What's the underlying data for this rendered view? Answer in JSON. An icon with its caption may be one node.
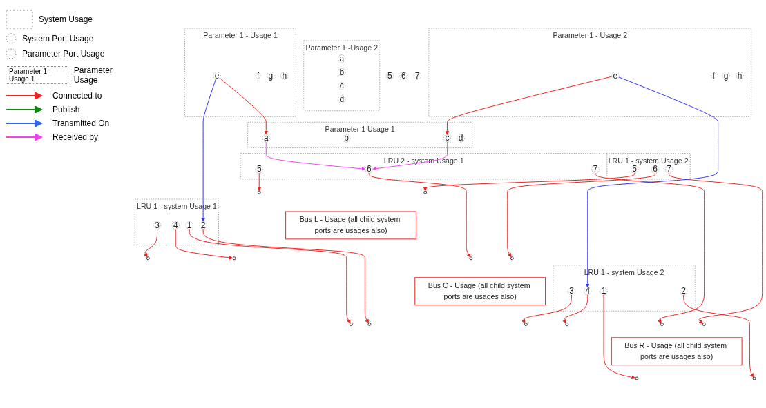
{
  "diagram": {
    "nodes": [
      {
        "text": [
          "LRU 2 - system Usage 1"
        ]
      },
      {
        "text": [
          "5"
        ],
        "in": 0
      },
      {
        "text": [
          "6"
        ],
        "in": 0
      },
      {
        "text": [
          "7"
        ],
        "in": 0
      },
      {
        "text": [
          "Parameter 1 Usage 1"
        ]
      },
      {
        "text": [
          "a"
        ],
        "in": 4
      },
      {
        "text": [
          "b"
        ],
        "in": 4
      },
      {
        "text": [
          "c"
        ],
        "in": 4
      },
      {
        "text": [
          "d"
        ],
        "in": 4
      },
      {
        "text": [
          "5"
        ]
      },
      {
        "text": [
          "6"
        ]
      },
      {
        "text": [
          "7"
        ]
      },
      {
        "text": [
          "LRU 1 - system Usage 2"
        ]
      },
      {
        "text": [
          "5"
        ],
        "in": 12
      },
      {
        "text": [
          "6"
        ],
        "in": 12
      },
      {
        "text": [
          "7"
        ],
        "in": 12
      },
      {
        "text": [
          "Parameter 1 -Usage 2"
        ]
      },
      {
        "text": [
          "a"
        ],
        "in": 16
      },
      {
        "text": [
          "b"
        ],
        "in": 16
      },
      {
        "text": [
          "c"
        ],
        "in": 16
      },
      {
        "text": [
          "d"
        ],
        "in": 16
      },
      {
        "text": [],
        "shape": "circle"
      },
      {
        "text": [],
        "shape": "circle"
      },
      {
        "text": [
          "Bus L - Usage (all child system ports are usages also)"
        ]
      },
      {
        "text": [],
        "shape": "circle"
      },
      {
        "text": [],
        "shape": "circle"
      },
      {
        "text": [],
        "shape": "circle"
      },
      {
        "text": [],
        "shape": "circle"
      },
      {
        "text": [
          "Bus C - Usage (all child system ports are usages also)"
        ]
      },
      {
        "text": [],
        "shape": "circle"
      },
      {
        "text": [],
        "shape": "circle"
      },
      {
        "text": [],
        "shape": "circle"
      },
      {
        "text": [],
        "shape": "circle"
      },
      {
        "text": [],
        "shape": "circle"
      },
      {
        "text": [],
        "shape": "circle"
      },
      {
        "text": [
          "Bus R - Usage (all child system ports are usages also)"
        ]
      },
      {
        "text": [],
        "shape": "circle"
      },
      {
        "text": [],
        "shape": "circle"
      },
      {
        "text": [
          "LRU 1 - system Usage 1"
        ]
      },
      {
        "text": [
          "1"
        ],
        "in": 38
      },
      {
        "text": [
          "2"
        ],
        "in": 38
      },
      {
        "text": [
          "3"
        ],
        "in": 38
      },
      {
        "text": [
          "4"
        ],
        "in": 38
      },
      {
        "text": [
          "Parameter 1 - Usage 1"
        ]
      },
      {
        "text": [
          "e"
        ],
        "in": 43
      },
      {
        "text": [
          "f"
        ],
        "in": 43
      },
      {
        "text": [
          "g"
        ],
        "in": 43
      },
      {
        "text": [
          "h"
        ],
        "in": 43
      },
      {
        "text": [
          "LRU 1 - system Usage 2"
        ]
      },
      {
        "text": [
          "1"
        ],
        "in": 48
      },
      {
        "text": [
          "2"
        ],
        "in": 48
      },
      {
        "text": [
          "3"
        ],
        "in": 48
      },
      {
        "text": [
          "4"
        ],
        "in": 48
      },
      {
        "text": [
          "Parameter 1 - Usage 2"
        ]
      },
      {
        "text": [
          "e"
        ],
        "in": 53
      },
      {
        "text": [
          "f"
        ],
        "in": 53
      },
      {
        "text": [
          "g"
        ],
        "in": 53
      },
      {
        "text": [
          "h"
        ],
        "in": 53
      }
    ],
    "edges": [
      {
        "from": 1,
        "to": 21,
        "arrow": "to"
      },
      {
        "from": 2,
        "to": 26,
        "arrow": "to"
      },
      {
        "from": 3,
        "to": 33,
        "arrow": "to"
      },
      {
        "from": 13,
        "to": 22,
        "arrow": "to"
      },
      {
        "from": 14,
        "to": 27,
        "arrow": "to"
      },
      {
        "from": 15,
        "to": 34,
        "arrow": "to"
      },
      {
        "from": 39,
        "to": 29,
        "arrow": "to"
      },
      {
        "from": 40,
        "to": 30,
        "arrow": "to"
      },
      {
        "from": 41,
        "to": 24,
        "arrow": "to"
      },
      {
        "from": 42,
        "to": 25,
        "arrow": "to"
      },
      {
        "from": 49,
        "to": 36,
        "arrow": "to"
      },
      {
        "from": 50,
        "to": 37,
        "arrow": "to"
      },
      {
        "from": 51,
        "to": 31,
        "arrow": "to"
      },
      {
        "from": 52,
        "to": 32,
        "arrow": "to"
      },
      {
        "from": 44,
        "to": 5,
        "arrow": "to"
      },
      {
        "from": 54,
        "to": 7,
        "arrow": "to"
      },
      {
        "from": 44,
        "to": 40,
        "arrow": "to",
        "color": "#3333ee"
      },
      {
        "from": 54,
        "to": 52,
        "arrow": "to",
        "color": "#3333ee"
      },
      {
        "from": 5,
        "to": 2,
        "arrow": "to",
        "color": "#ee44ee"
      },
      {
        "from": 7,
        "to": 2,
        "arrow": "to",
        "color": "#ee44ee"
      }
    ],
    "labels": [
      "Parameter 1 - Usage 1"
    ],
    "legend": [
      {
        "text": "System Usage"
      },
      {
        "text": "System Port Usage"
      },
      {
        "text": "Parameter Port Usage"
      },
      {
        "text": "Parameter Usage"
      },
      {
        "text": "Connected to"
      },
      {
        "text": "Publish"
      },
      {
        "text": "Transmitted On"
      },
      {
        "text": "Received by"
      }
    ]
  }
}
